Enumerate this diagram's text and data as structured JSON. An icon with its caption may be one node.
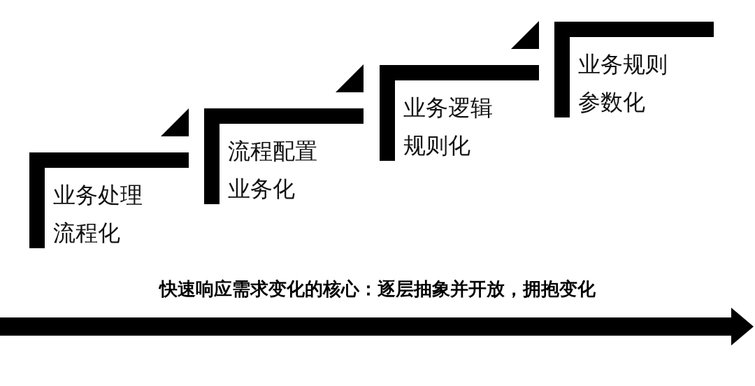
{
  "diagram": {
    "nodes": [
      {
        "text": [
          "业务处理流程化"
        ]
      },
      {
        "text": [
          "流程配置业务化"
        ]
      },
      {
        "text": [
          "业务逻辑规则化"
        ]
      },
      {
        "text": [
          "业务规则参数化"
        ]
      }
    ],
    "labels": [
      "快速响应需求变化的核心：逐层抽象并开放，拥抱变化"
    ]
  }
}
